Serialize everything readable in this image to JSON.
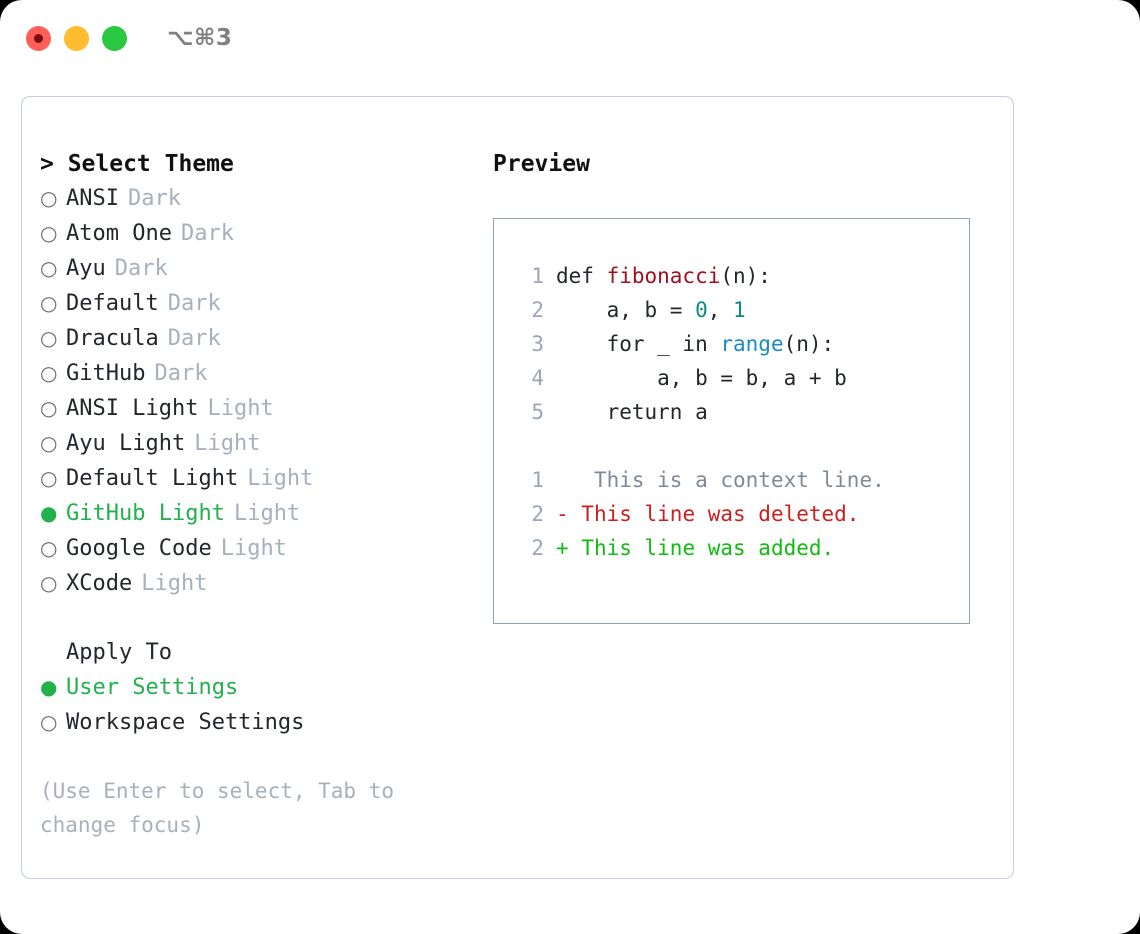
{
  "titlebar": {
    "shortcut": "⌥⌘3",
    "buttons": [
      {
        "name": "close",
        "color": "#ff5f57"
      },
      {
        "name": "minimize",
        "color": "#febc2e"
      },
      {
        "name": "zoom",
        "color": "#28c840"
      }
    ]
  },
  "theme_panel": {
    "heading": "> Select Theme",
    "items": [
      {
        "label": "ANSI",
        "tag": "Dark",
        "selected": false
      },
      {
        "label": "Atom One",
        "tag": "Dark",
        "selected": false
      },
      {
        "label": "Ayu",
        "tag": "Dark",
        "selected": false
      },
      {
        "label": "Default",
        "tag": "Dark",
        "selected": false
      },
      {
        "label": "Dracula",
        "tag": "Dark",
        "selected": false
      },
      {
        "label": "GitHub",
        "tag": "Dark",
        "selected": false
      },
      {
        "label": "ANSI Light",
        "tag": "Light",
        "selected": false
      },
      {
        "label": "Ayu Light",
        "tag": "Light",
        "selected": false
      },
      {
        "label": "Default Light",
        "tag": "Light",
        "selected": false
      },
      {
        "label": "GitHub Light",
        "tag": "Light",
        "selected": true
      },
      {
        "label": "Google Code",
        "tag": "Light",
        "selected": false
      },
      {
        "label": "XCode",
        "tag": "Light",
        "selected": false
      }
    ]
  },
  "apply_to": {
    "heading": "Apply To",
    "items": [
      {
        "label": "User Settings",
        "selected": true
      },
      {
        "label": "Workspace Settings",
        "selected": false
      }
    ]
  },
  "hint": "(Use Enter to select, Tab to change focus)",
  "preview": {
    "heading": "Preview",
    "code_lines": [
      {
        "no": "1",
        "parts": [
          {
            "t": "def ",
            "c": "plain"
          },
          {
            "t": "fibonacci",
            "c": "fn"
          },
          {
            "t": "(n):",
            "c": "plain"
          }
        ]
      },
      {
        "no": "2",
        "parts": [
          {
            "t": "    a, b = ",
            "c": "plain"
          },
          {
            "t": "0",
            "c": "num"
          },
          {
            "t": ", ",
            "c": "plain"
          },
          {
            "t": "1",
            "c": "num"
          }
        ]
      },
      {
        "no": "3",
        "parts": [
          {
            "t": "    for _ in ",
            "c": "plain"
          },
          {
            "t": "range",
            "c": "call"
          },
          {
            "t": "(n):",
            "c": "plain"
          }
        ]
      },
      {
        "no": "4",
        "parts": [
          {
            "t": "        a, b = b, a + b",
            "c": "plain"
          }
        ]
      },
      {
        "no": "5",
        "parts": [
          {
            "t": "    return a",
            "c": "plain"
          }
        ]
      }
    ],
    "diff_lines": [
      {
        "no": "1",
        "marker": " ",
        "text": "  This is a context line.",
        "kind": "context"
      },
      {
        "no": "2",
        "marker": "-",
        "text": " This line was deleted.",
        "kind": "del"
      },
      {
        "no": "2",
        "marker": "+",
        "text": " This line was added.",
        "kind": "add"
      }
    ]
  },
  "colors": {
    "accent_green": "#22b14c",
    "muted": "#a7b0bb",
    "border": "#c3ccd8",
    "preview_border": "#93a1b0",
    "syntax_function": "#a01020",
    "syntax_number": "#0d8a8a",
    "syntax_call": "#1a8cc4",
    "diff_delete": "#cc2020",
    "diff_add": "#11bb11"
  }
}
